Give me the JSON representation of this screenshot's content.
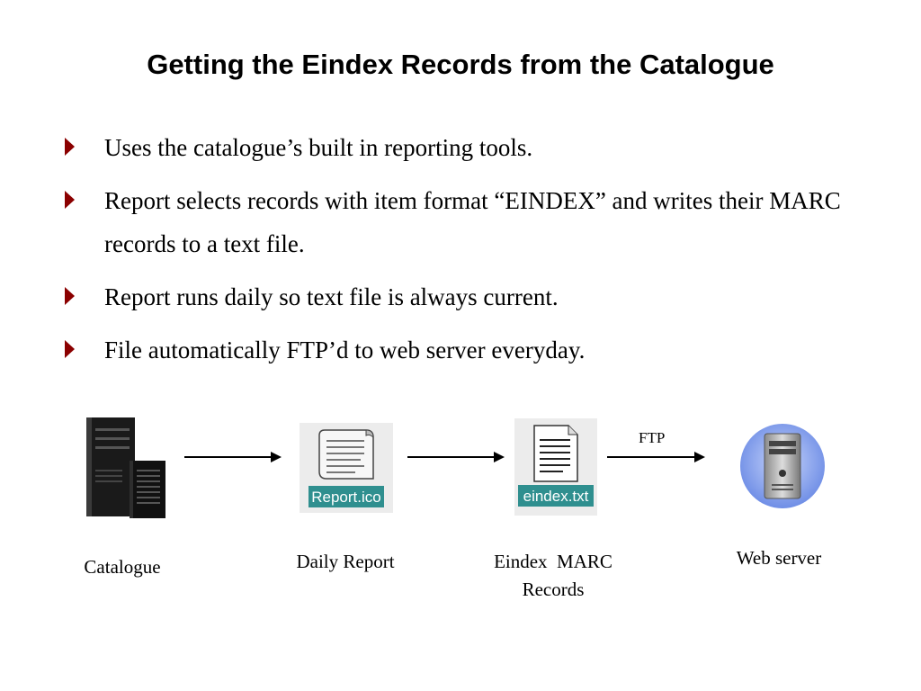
{
  "title": "Getting the Eindex Records from the Catalogue",
  "bullets": [
    "Uses the catalogue’s built in reporting tools.",
    "Report selects records with item format “EINDEX” and writes their MARC records to a text file.",
    "Report runs daily so text file is always current.",
    "File automatically FTP’d to web server everyday."
  ],
  "diagram": {
    "catalogue_label": "Catalogue",
    "report_label": "Daily Report",
    "report_icon_text": "Report.ico",
    "eindex_label_line1": "Eindex  MARC",
    "eindex_label_line2": "Records",
    "eindex_icon_text": "eindex.txt",
    "ftp_label": "FTP",
    "webserver_label": "Web server"
  },
  "colors": {
    "bullet_marker": "#8b0000",
    "file_label_bg": "#2f8f8f",
    "server_circle": "#7b98e8"
  }
}
